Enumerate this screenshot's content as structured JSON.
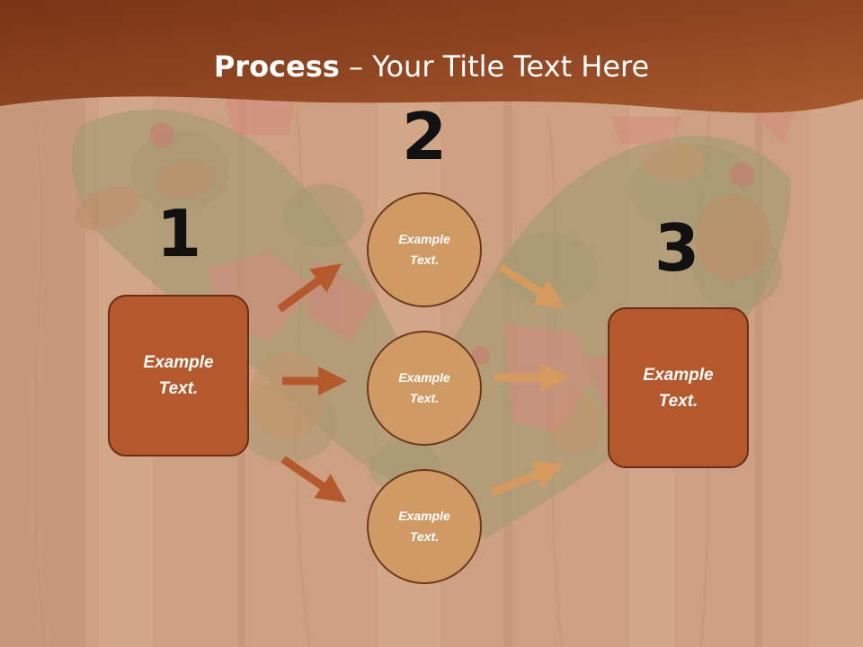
{
  "slide": {
    "title_bold": "Process",
    "title_rest": " – Your Title Text Here",
    "colors": {
      "header": "#9a4c24",
      "box_fill": "#b5582c",
      "circle_fill": "#d09a64",
      "arrow_dark": "#b5582c",
      "arrow_light": "#d69a5e",
      "wood": "#c89472"
    }
  },
  "steps": {
    "one": {
      "number": "1",
      "label": "Example\nText."
    },
    "two": {
      "number": "2",
      "items": [
        {
          "label": "Example\nText."
        },
        {
          "label": "Example\nText."
        },
        {
          "label": "Example\nText."
        }
      ]
    },
    "three": {
      "number": "3",
      "label": "Example\nText."
    }
  }
}
